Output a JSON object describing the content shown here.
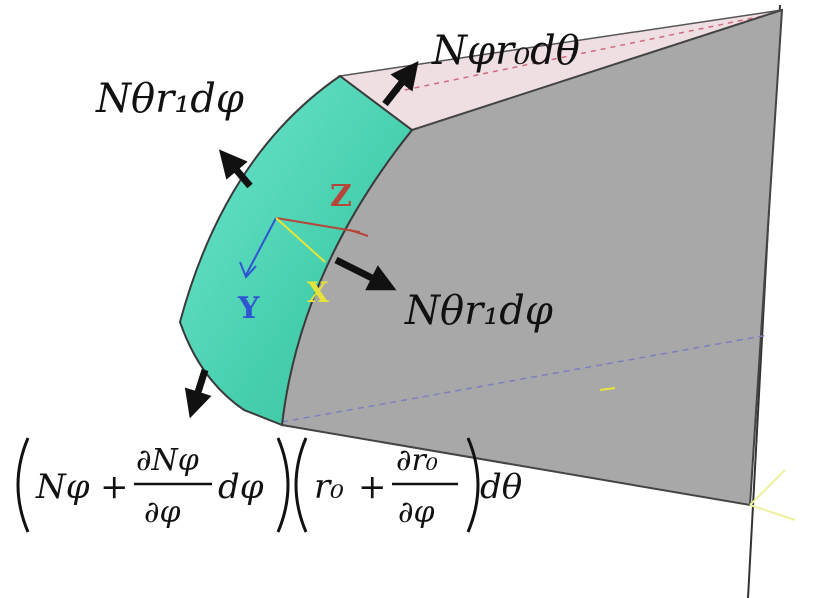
{
  "labels": {
    "top_force": "Nφr₀dθ",
    "upper_left_force": "Nθr₁dφ",
    "right_force": "Nθr₁dφ",
    "bottom_formula": {
      "n_phi": "Nφ",
      "plus1": "+",
      "dN": "∂Nφ",
      "dphi1": "∂φ",
      "dphi_tail1": "dφ",
      "r0": "r₀",
      "plus2": "+",
      "dr": "∂r₀",
      "dphi2": "∂φ",
      "dtheta": "dθ"
    }
  },
  "axes": {
    "z": "Z",
    "y": "Y",
    "x": "X"
  },
  "colors": {
    "element_face": "#4fd4b4",
    "gray_shell": "#a8a8a8",
    "pink_sliver": "#efdfe2",
    "z_axis": "#b5473a",
    "y_axis": "#2f55d2",
    "x_axis": "#e6e43a"
  }
}
